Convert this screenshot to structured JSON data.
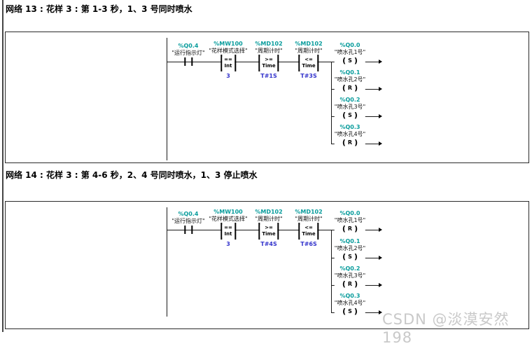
{
  "colors": {
    "address": "#089c9c",
    "value": "#3434cc",
    "wire": "#1a1a1a"
  },
  "watermark": "CSDN @淡漠安然198",
  "networks": [
    {
      "title": "网络 13 : 花样 3 : 第 1-3 秒，1、3 号同时喷水",
      "inputs": [
        {
          "address": "%Q0.4",
          "name": "\"运行指示灯\""
        },
        {
          "address": "%MW100",
          "name": "\"花样模式选择\"",
          "op": "==",
          "dtype": "Int",
          "value": "3"
        },
        {
          "address": "%MD102",
          "name": "\"周期计时\"",
          "op": ">=",
          "dtype": "Time",
          "value": "T#1S"
        },
        {
          "address": "%MD102",
          "name": "\"周期计时\"",
          "op": "<=",
          "dtype": "Time",
          "value": "T#3S"
        }
      ],
      "outputs": [
        {
          "address": "%Q0.0",
          "name": "\"喷水孔1号\"",
          "coil": "S"
        },
        {
          "address": "%Q0.1",
          "name": "\"喷水孔2号\"",
          "coil": "R"
        },
        {
          "address": "%Q0.2",
          "name": "\"喷水孔3号\"",
          "coil": "S"
        },
        {
          "address": "%Q0.3",
          "name": "\"喷水孔4号\"",
          "coil": "R"
        }
      ]
    },
    {
      "title": "网络 14 : 花样 3 : 第 4-6 秒，2、4 号同时喷水，1、3 停止喷水",
      "inputs": [
        {
          "address": "%Q0.4",
          "name": "\"运行指示灯\""
        },
        {
          "address": "%MW100",
          "name": "\"花样模式选择\"",
          "op": "==",
          "dtype": "Int",
          "value": "3"
        },
        {
          "address": "%MD102",
          "name": "\"周期计时\"",
          "op": ">=",
          "dtype": "Time",
          "value": "T#4S"
        },
        {
          "address": "%MD102",
          "name": "\"周期计时\"",
          "op": "<=",
          "dtype": "Time",
          "value": "T#6S"
        }
      ],
      "outputs": [
        {
          "address": "%Q0.0",
          "name": "\"喷水孔1号\"",
          "coil": "R"
        },
        {
          "address": "%Q0.1",
          "name": "\"喷水孔2号\"",
          "coil": "S"
        },
        {
          "address": "%Q0.2",
          "name": "\"喷水孔3号\"",
          "coil": "R"
        },
        {
          "address": "%Q0.3",
          "name": "\"喷水孔4号\"",
          "coil": "S"
        }
      ]
    }
  ]
}
